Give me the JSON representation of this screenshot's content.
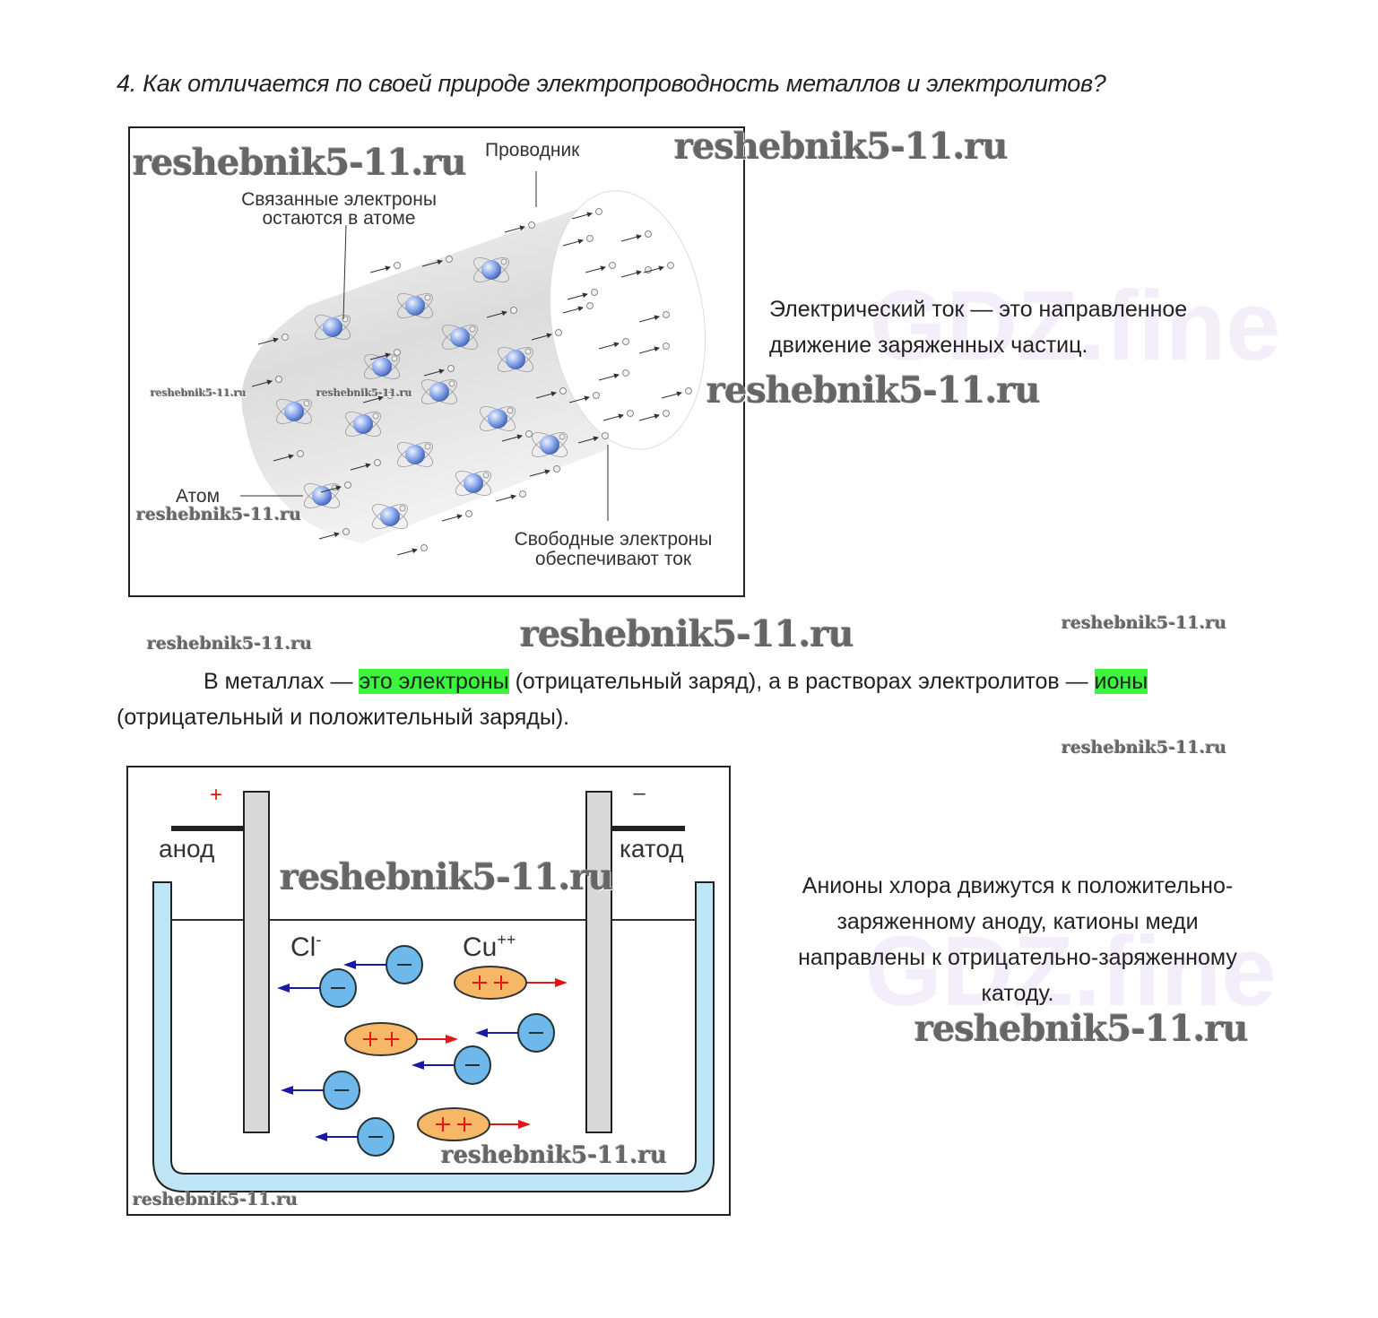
{
  "question": "4. Как отличается по своей природе электропроводность металлов и электролитов?",
  "figure1": {
    "label_conductor": "Проводник",
    "label_bound_1": "Связанные электроны",
    "label_bound_2": "остаются в атоме",
    "label_atom": "Атом",
    "label_free_1": "Свободные электроны",
    "label_free_2": "обеспечивают ток"
  },
  "definition": {
    "line1": "Электрический ток — это направленное",
    "line2": "движение заряженных частиц."
  },
  "answer": {
    "part1": "В металлах — ",
    "highlight1": "это электроны",
    "part2": " (отрицательный заряд), а в растворах электролитов — ",
    "highlight2": "ионы",
    "part3": "(отрицательный и положительный заряды)."
  },
  "figure2": {
    "anode": "анод",
    "cathode": "катод",
    "plus": "+",
    "minus": "–",
    "chlorine": "Cl",
    "chlorine_charge": "-",
    "copper": "Cu",
    "copper_charge": "++"
  },
  "explanation": {
    "line1": "Анионы хлора движутся к положительно-",
    "line2": "заряженному аноду, катионы меди",
    "line3": "направлены к отрицательно-заряженному",
    "line4": "катоду."
  },
  "watermarks": {
    "site": "reshebnik5-11.ru",
    "gdz": "GDZ.fine"
  },
  "colors": {
    "highlight": "#3cf53c",
    "anion": "#6fb8ec",
    "cation": "#f6b866",
    "arrow_blue": "#1a1aa0",
    "arrow_red": "#e01818",
    "bath": "#bfe6f6"
  }
}
